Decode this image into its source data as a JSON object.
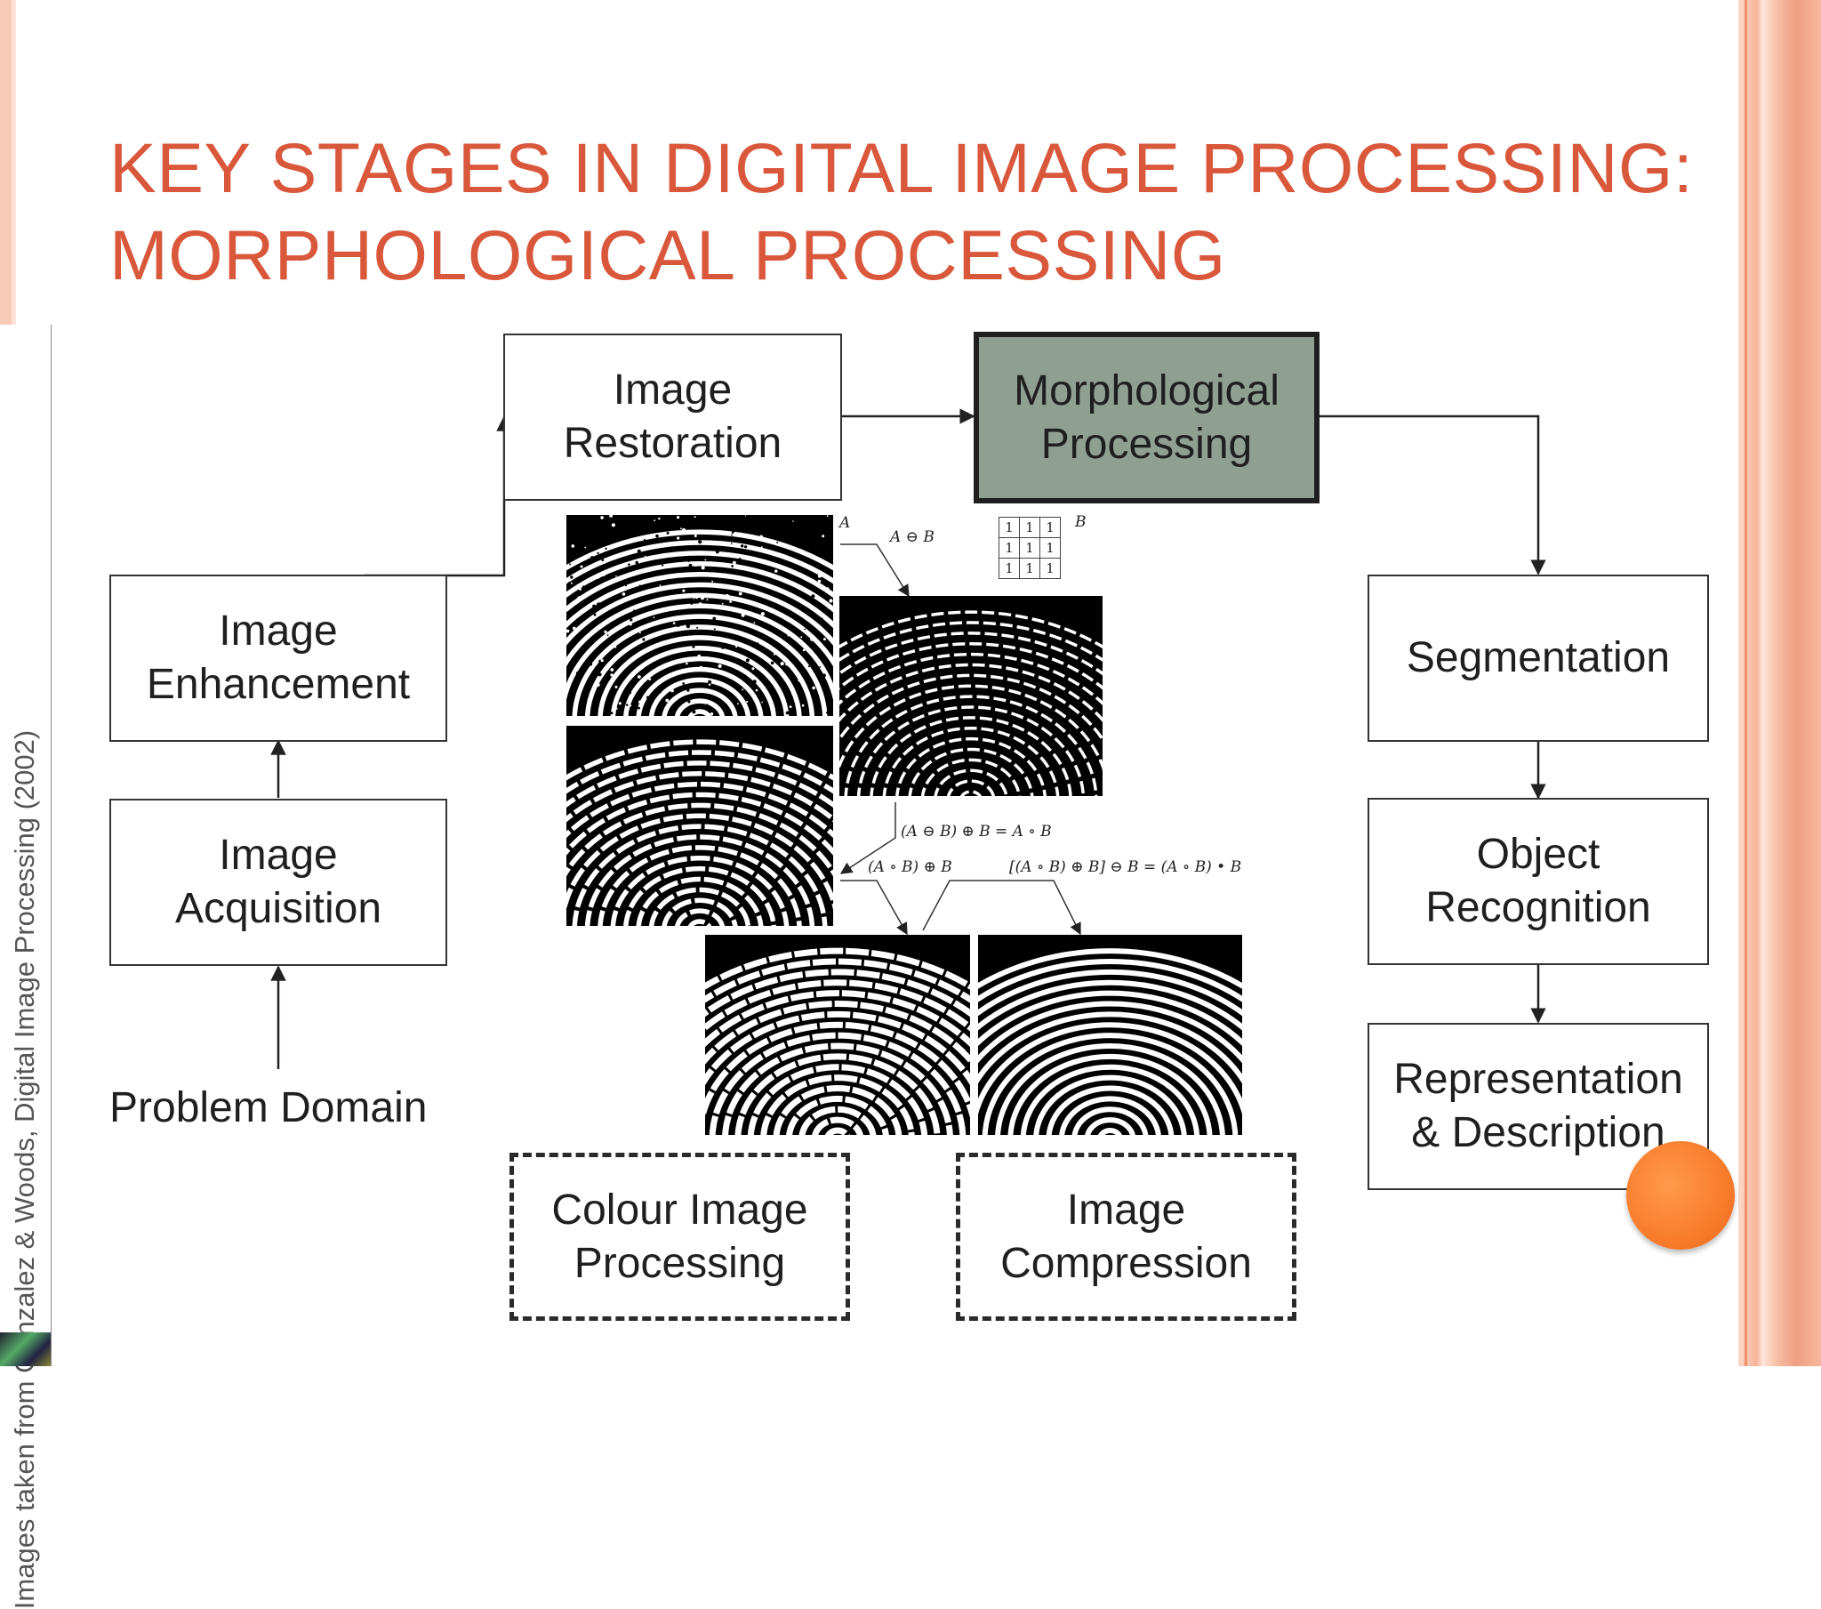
{
  "slide": {
    "title_line1": "KEY STAGES IN DIGITAL IMAGE PROCESSING:",
    "title_line2": "MORPHOLOGICAL PROCESSING",
    "side_caption": "Images taken from Gonzalez & Woods, Digital Image Processing (2002)"
  },
  "stages": {
    "image_acquisition": "Image\nAcquisition",
    "image_enhancement": "Image\nEnhancement",
    "image_restoration": "Image\nRestoration",
    "morphological_processing": "Morphological\nProcessing",
    "segmentation": "Segmentation",
    "object_recognition": "Object\nRecognition",
    "representation_description": "Representation\n& Description",
    "colour_image_processing": "Colour Image\nProcessing",
    "image_compression": "Image\nCompression",
    "problem_domain": "Problem Domain"
  },
  "figure": {
    "label_a": "A",
    "label_b": "B",
    "erosion": "A ⊖ B",
    "opening": "(A ⊖ B) ⊕ B = A ∘ B",
    "opening_dilated": "(A ∘ B) ⊕ B",
    "closing": "[(A ∘ B) ⊕ B] ⊖ B = (A ∘ B) • B",
    "structuring_element": [
      [
        "1",
        "1",
        "1"
      ],
      [
        "1",
        "1",
        "1"
      ],
      [
        "1",
        "1",
        "1"
      ]
    ]
  },
  "colors": {
    "title": "#d9573b",
    "active_box": "#8fa093",
    "accent_dot": "#f77a2a"
  }
}
